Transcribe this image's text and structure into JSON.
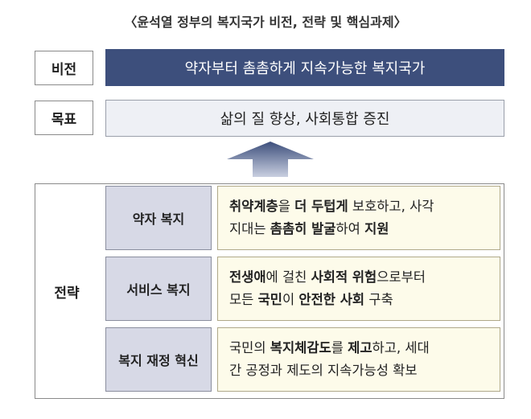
{
  "title": "〈윤석열 정부의 복지국가 비전, 전략 및 핵심과제〉",
  "vision": {
    "label": "비전",
    "text": "약자부터 촘촘하게 지속가능한 복지국가"
  },
  "goal": {
    "label": "목표",
    "text": "삶의 질 향상, 사회통합 증진"
  },
  "strategy": {
    "label": "전략",
    "items": [
      {
        "category": "약자 복지",
        "lines": [
          [
            {
              "t": "취약계층",
              "b": true
            },
            {
              "t": "을 ",
              "b": false
            },
            {
              "t": "더 두텁게",
              "b": true
            },
            {
              "t": " 보호하고, 사각",
              "b": false
            }
          ],
          [
            {
              "t": "지대는 ",
              "b": false
            },
            {
              "t": "촘촘히 발굴",
              "b": true
            },
            {
              "t": "하여 ",
              "b": false
            },
            {
              "t": "지원",
              "b": true
            }
          ]
        ]
      },
      {
        "category": "서비스 복지",
        "lines": [
          [
            {
              "t": "전생애",
              "b": true
            },
            {
              "t": "에 걸친 ",
              "b": false
            },
            {
              "t": "사회적 위험",
              "b": true
            },
            {
              "t": "으로부터",
              "b": false
            }
          ],
          [
            {
              "t": "모든 ",
              "b": false
            },
            {
              "t": "국민",
              "b": true
            },
            {
              "t": "이 ",
              "b": false
            },
            {
              "t": "안전한 사회",
              "b": true
            },
            {
              "t": " 구축",
              "b": false
            }
          ]
        ]
      },
      {
        "category": "복지 재정 혁신",
        "lines": [
          [
            {
              "t": "국민의 ",
              "b": false
            },
            {
              "t": "복지체감도",
              "b": true
            },
            {
              "t": "를 ",
              "b": false
            },
            {
              "t": "제고",
              "b": true
            },
            {
              "t": "하고, 세대",
              "b": false
            }
          ],
          [
            {
              "t": "간 공정과 제도의 지속가능성 확보",
              "b": false
            }
          ]
        ]
      }
    ]
  },
  "colors": {
    "vision_bg": "#3d4f7c",
    "goal_bg": "#eef0f5",
    "category_bg": "#d7d9e6",
    "desc_bg": "#fdfbea",
    "arrow": "#3d4f7c"
  },
  "icons": {
    "arrow": "up-arrow-icon"
  }
}
